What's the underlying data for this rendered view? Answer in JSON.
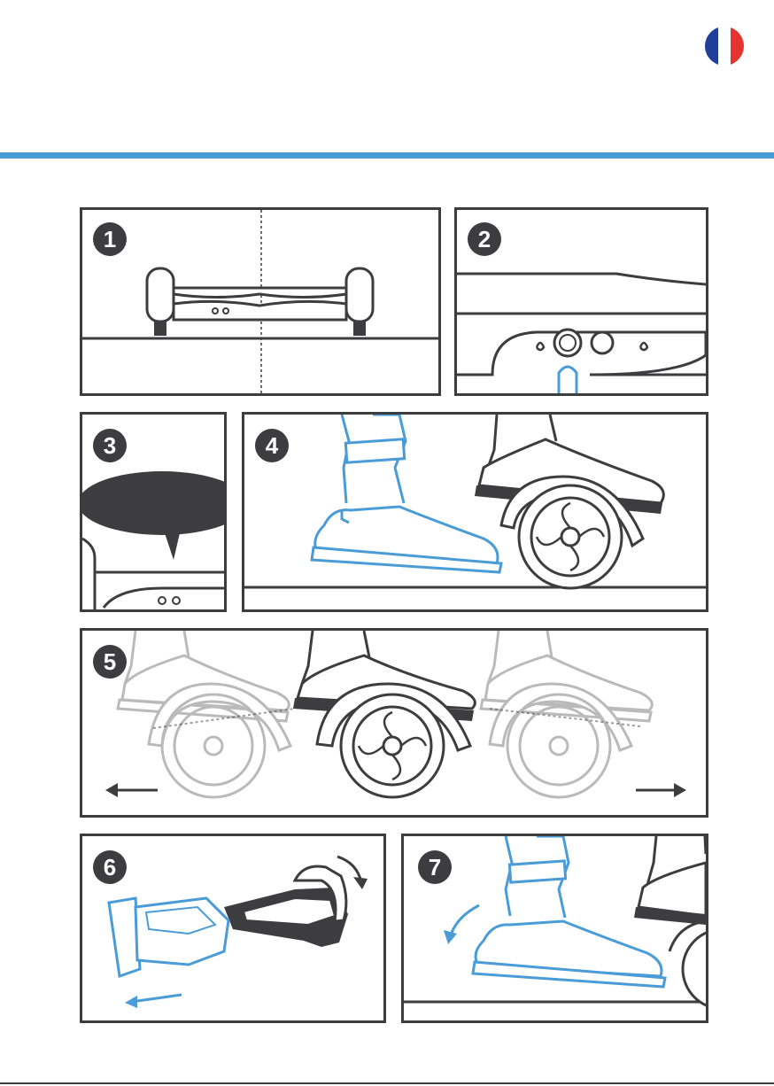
{
  "colors": {
    "accent": "#4a9cd8",
    "ink": "#3d3d3f",
    "flag_blue": "#1f3f9a",
    "flag_white": "#ffffff",
    "flag_red": "#e3342f"
  },
  "header": {
    "flag": "france-flag"
  },
  "steps": [
    {
      "number": "1"
    },
    {
      "number": "2"
    },
    {
      "number": "3"
    },
    {
      "number": "4"
    },
    {
      "number": "5"
    },
    {
      "number": "6"
    },
    {
      "number": "7"
    }
  ]
}
